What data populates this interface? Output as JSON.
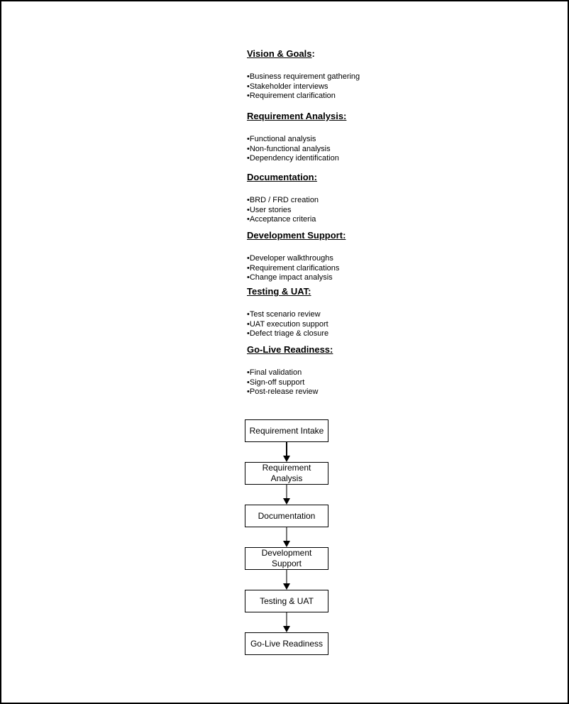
{
  "page": {
    "background_color": "#ffffff",
    "border_color": "#000000",
    "text_color": "#000000"
  },
  "sections": [
    {
      "heading_text": "Vision & Goals",
      "heading_suffix": ":",
      "bullets": [
        "Business requirement gathering",
        "Stakeholder interviews",
        "Requirement clarification"
      ]
    },
    {
      "heading_text": "Requirement Analysis:",
      "heading_suffix": "",
      "bullets": [
        "Functional analysis",
        "Non-functional analysis",
        "Dependency identification"
      ]
    },
    {
      "heading_text": "Documentation:",
      "heading_suffix": "",
      "bullets": [
        "BRD / FRD creation",
        "User stories",
        "Acceptance criteria"
      ]
    },
    {
      "heading_text": "Development Support:",
      "heading_suffix": "",
      "bullets": [
        "Developer walkthroughs",
        "Requirement clarifications",
        "Change impact analysis"
      ]
    },
    {
      "heading_text": "Testing & UAT:",
      "heading_suffix": "",
      "bullets": [
        "Test scenario review",
        "UAT execution support",
        "Defect triage & closure"
      ]
    },
    {
      "heading_text": "Go-Live Readiness:",
      "heading_suffix": "",
      "bullets": [
        "Final validation",
        "Sign-off support",
        "Post-release review"
      ]
    }
  ],
  "flowchart": {
    "node_border_color": "#000000",
    "arrow_head_color": "#000000",
    "arrow_line_color": "#757575",
    "first_arrow_line_color": "#000000",
    "nodes": [
      {
        "lines": [
          "Requirement Intake"
        ]
      },
      {
        "lines": [
          "Requirement",
          "Analysis"
        ]
      },
      {
        "lines": [
          "Documentation"
        ]
      },
      {
        "lines": [
          "Development",
          "Support"
        ]
      },
      {
        "lines": [
          "Testing & UAT"
        ]
      },
      {
        "lines": [
          "Go-Live Readiness"
        ]
      }
    ]
  }
}
